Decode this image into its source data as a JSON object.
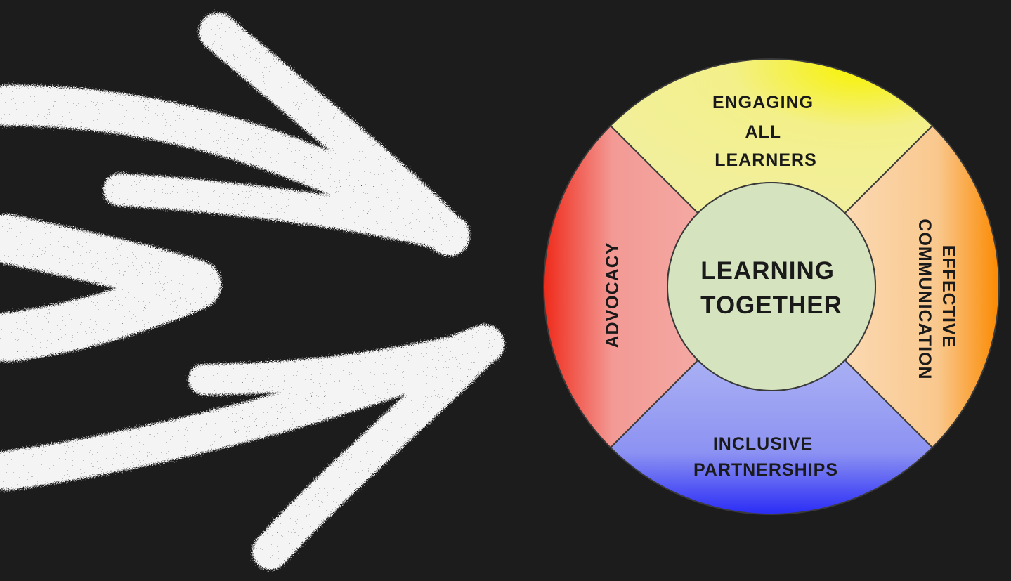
{
  "background_color": "#1c1c1c",
  "chalk_color": "#f4f4f4",
  "decoration": "chalk-arrows",
  "wheel": {
    "center": {
      "lines": [
        "LEARNING",
        "TOGETHER"
      ],
      "fill": "#d5e3bf"
    },
    "segments": {
      "top": {
        "lines": [
          "ENGAGING",
          "ALL",
          "LEARNERS"
        ],
        "color": "#f3f08a",
        "accent": "#f7f200"
      },
      "right": {
        "lines": [
          "EFFECTIVE",
          "COMMUNICATION"
        ],
        "color": "#f9c88e",
        "accent": "#fb8a00"
      },
      "bottom": {
        "lines": [
          "INCLUSIVE",
          "PARTNERSHIPS"
        ],
        "color": "#a9aef4",
        "accent": "#2a2cf5"
      },
      "left": {
        "lines": [
          "ADVOCACY"
        ],
        "color": "#f39a95",
        "accent": "#ef2a1a"
      }
    }
  }
}
